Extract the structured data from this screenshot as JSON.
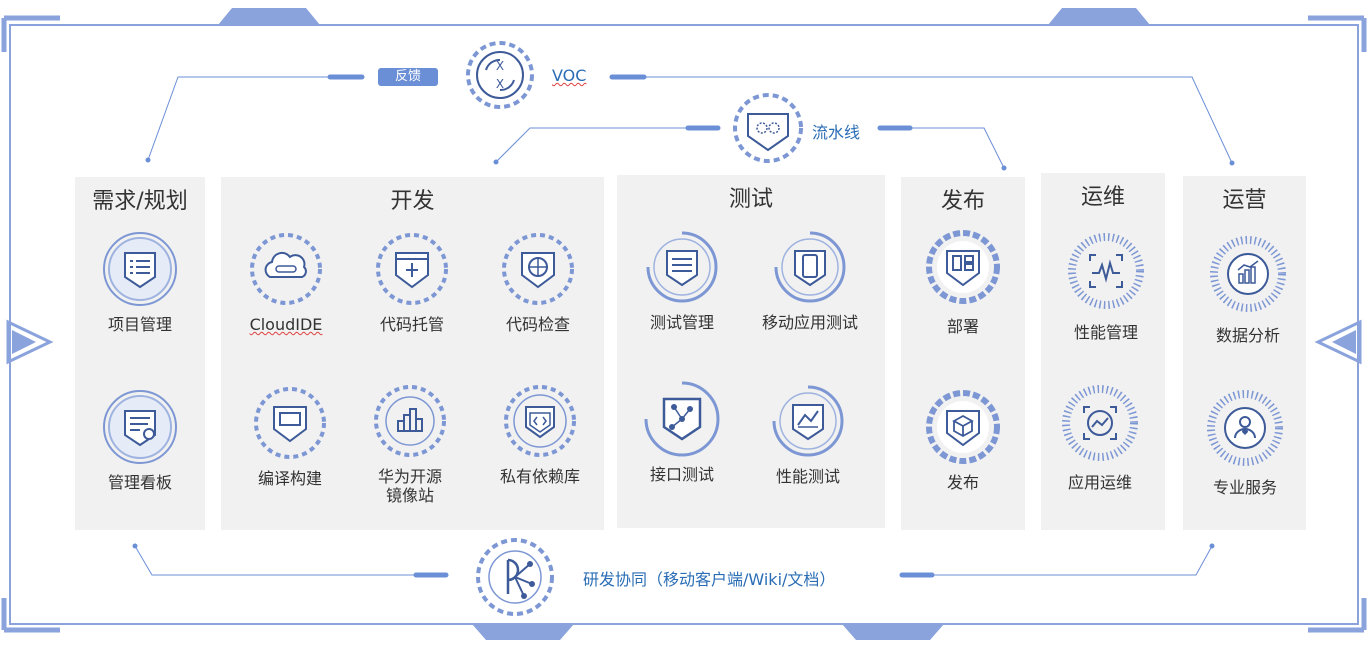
{
  "colors": {
    "frame": "#8aa3dc",
    "panel": "#f1f1f1",
    "icon": "#3d5a99",
    "dashed": "#7d97d4",
    "text": "#333333",
    "flow_text": "#2a6db5"
  },
  "top": {
    "feedback_tag": "反馈",
    "voc_label": "VOC",
    "pipeline_label": "流水线"
  },
  "bottom": {
    "collab_label": "研发协同（移动客户端/Wiki/文档）"
  },
  "panels": {
    "requirements": {
      "title": "需求/规划",
      "items": [
        {
          "label": "项目管理",
          "icon": "list-card-icon"
        },
        {
          "label": "管理看板",
          "icon": "board-icon"
        }
      ]
    },
    "development": {
      "title": "开发",
      "items": [
        {
          "label": "CloudIDE",
          "icon": "cloud-icon"
        },
        {
          "label": "代码托管",
          "icon": "code-shield-icon"
        },
        {
          "label": "代码检查",
          "icon": "radar-icon"
        },
        {
          "label": "编译构建",
          "icon": "build-window-icon"
        },
        {
          "label": "华为开源\n镜像站",
          "icon": "mirror-bars-icon"
        },
        {
          "label": "私有依赖库",
          "icon": "code-badge-icon"
        }
      ]
    },
    "testing": {
      "title": "测试",
      "items": [
        {
          "label": "测试管理",
          "icon": "test-list-icon"
        },
        {
          "label": "移动应用测试",
          "icon": "mobile-icon"
        },
        {
          "label": "接口测试",
          "icon": "interface-nodes-icon"
        },
        {
          "label": "性能测试",
          "icon": "perf-chart-icon"
        }
      ]
    },
    "release": {
      "title": "发布",
      "items": [
        {
          "label": "部署",
          "icon": "deploy-grid-icon"
        },
        {
          "label": "发布",
          "icon": "package-icon"
        }
      ]
    },
    "operations": {
      "title": "运维",
      "items": [
        {
          "label": "性能管理",
          "icon": "pulse-monitor-icon"
        },
        {
          "label": "应用运维",
          "icon": "app-ops-icon"
        }
      ]
    },
    "operating": {
      "title": "运营",
      "items": [
        {
          "label": "数据分析",
          "icon": "data-analysis-icon"
        },
        {
          "label": "专业服务",
          "icon": "service-icon"
        }
      ]
    }
  }
}
